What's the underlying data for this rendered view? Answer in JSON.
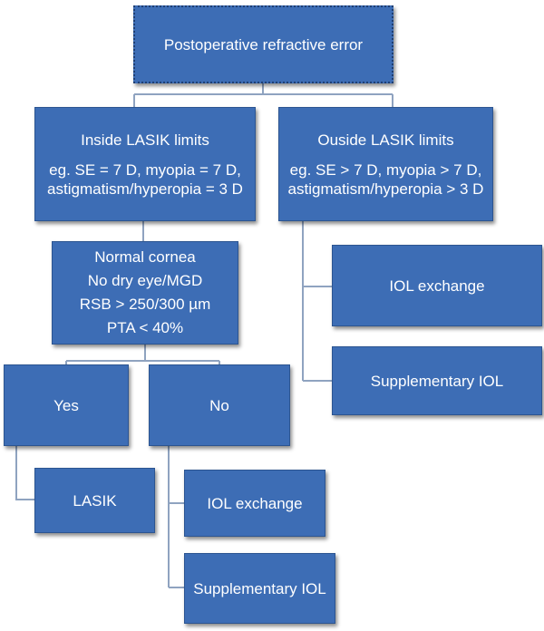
{
  "diagram": {
    "root": "Postoperative refractive error",
    "inside": {
      "title": "Inside LASIK limits",
      "detail": [
        "eg. SE = 7 D, myopia = 7 D,",
        "astigmatism/hyperopia = 3 D"
      ]
    },
    "outside": {
      "title": "Ouside LASIK limits",
      "detail": [
        "eg. SE > 7 D, myopia > 7 D,",
        "astigmatism/hyperopia > 3 D"
      ]
    },
    "criteria": [
      "Normal cornea",
      "No dry eye/MGD",
      "RSB > 250/300 µm",
      "PTA < 40%"
    ],
    "yes": "Yes",
    "no": "No",
    "lasik": "LASIK",
    "no_options": [
      "IOL exchange",
      "Supplementary IOL"
    ],
    "outside_options": [
      "IOL exchange",
      "Supplementary IOL"
    ]
  },
  "colors": {
    "box_fill": "#3d6db5",
    "box_border": "#2c5591",
    "connector": "#8fa3c0",
    "text": "#ffffff"
  }
}
